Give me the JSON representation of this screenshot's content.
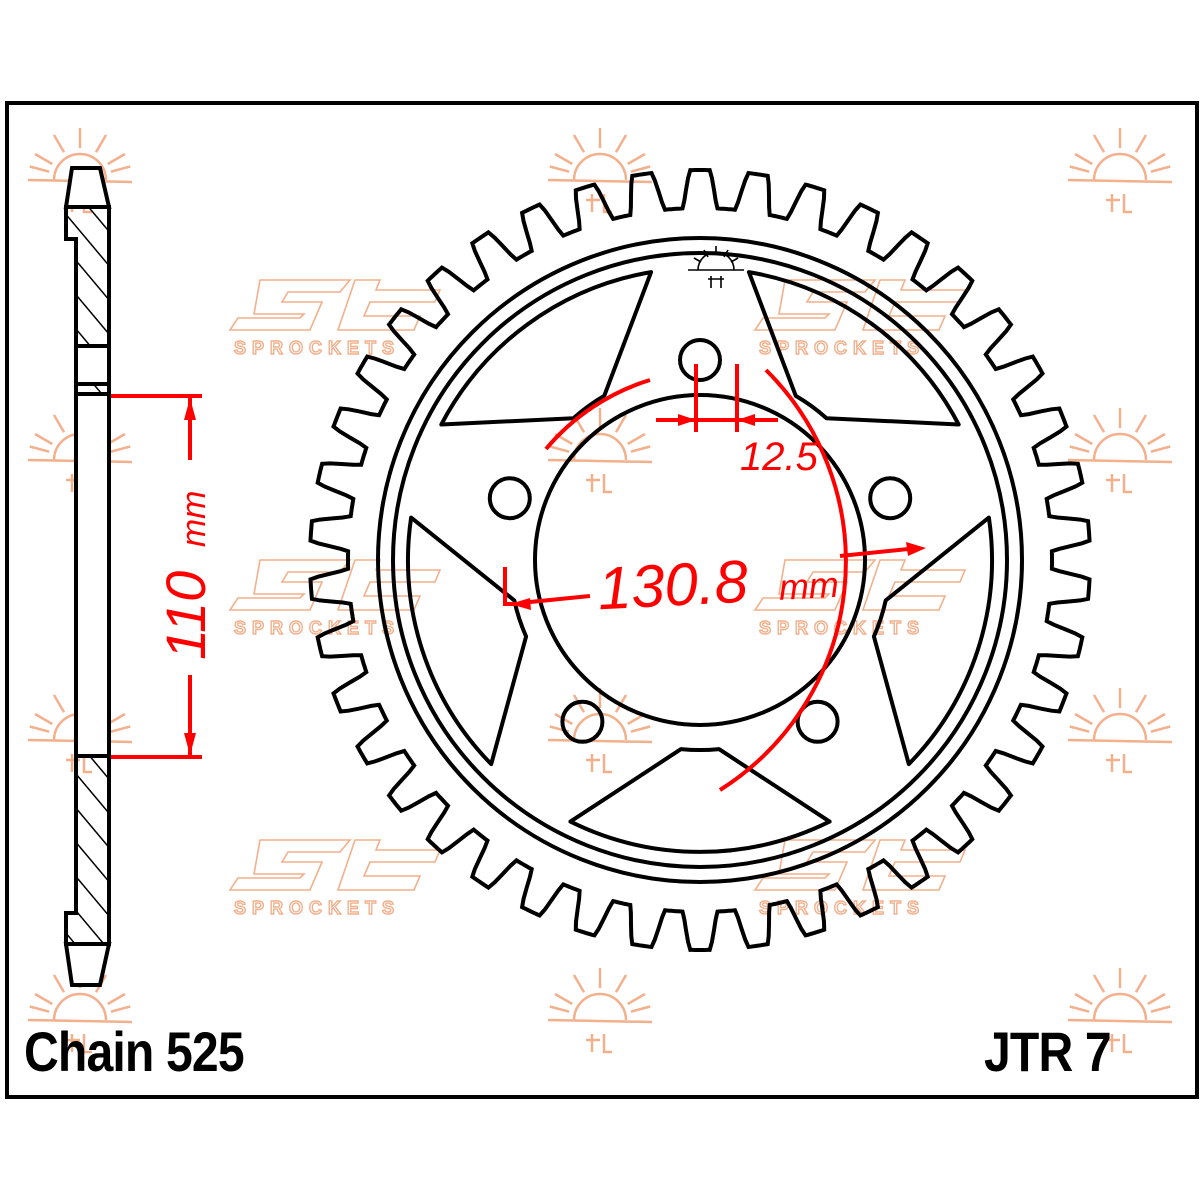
{
  "drawing": {
    "type": "rear sprocket technical drawing",
    "chain_label": "Chain 525",
    "part_number": "JTR 7",
    "dimensions": {
      "bore_width": "110 mm",
      "bore_width_value": "110",
      "bore_width_unit": "mm",
      "pcd": "130.8 mm",
      "pcd_value": "130.8",
      "pcd_unit": "mm",
      "bolt_hole": "12.5"
    },
    "sprocket": {
      "teeth": 42,
      "bolt_holes": 5,
      "lightening_windows": 5
    },
    "watermark": {
      "brand_text": "SPROCKETS",
      "logo": "jt-sun-logo"
    },
    "colors": {
      "line": "#000000",
      "dimension": "#ff0000",
      "watermark": "#f2b08c",
      "background": "#ffffff"
    }
  }
}
